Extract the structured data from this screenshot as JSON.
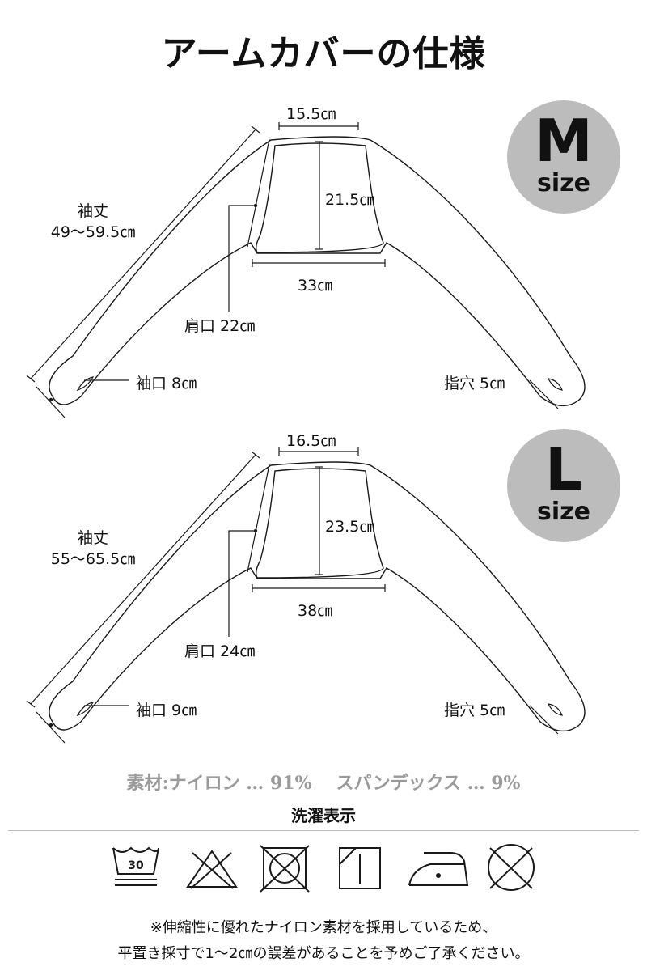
{
  "title": "アームカバーの仕様",
  "sizes": [
    {
      "badge_letter": "M",
      "badge_word": "size",
      "shoulder_top": "15.5㎝",
      "height": "21.5㎝",
      "width": "33㎝",
      "sleeve_label": "袖丈",
      "sleeve_value": "49〜59.5㎝",
      "shoulder_opening": "肩口 22㎝",
      "cuff": "袖口 8㎝",
      "thumb_hole": "指穴 5㎝"
    },
    {
      "badge_letter": "L",
      "badge_word": "size",
      "shoulder_top": "16.5㎝",
      "height": "23.5㎝",
      "width": "38㎝",
      "sleeve_label": "袖丈",
      "sleeve_value": "55〜65.5㎝",
      "shoulder_opening": "肩口 24㎝",
      "cuff": "袖口 9㎝",
      "thumb_hole": "指穴 5㎝"
    }
  ],
  "material": {
    "label": "素材:",
    "item1": "ナイロン … 91%",
    "item2": "スパンデックス … 9%"
  },
  "care": {
    "title": "洗濯表示",
    "icons": [
      {
        "name": "wash-30-icon",
        "text": "30"
      },
      {
        "name": "no-bleach-icon"
      },
      {
        "name": "no-tumble-dry-icon"
      },
      {
        "name": "line-dry-shade-icon"
      },
      {
        "name": "iron-low-icon"
      },
      {
        "name": "no-dry-clean-icon"
      }
    ]
  },
  "note": {
    "line1": "※伸縮性に優れたナイロン素材を採用しているため、",
    "line2": "平置き採寸で1〜2㎝の誤差があることを予めご了承ください。"
  },
  "colors": {
    "line": "#1a1a1a",
    "badge": "#bcbcbc",
    "material_text": "#9a9a9a"
  }
}
